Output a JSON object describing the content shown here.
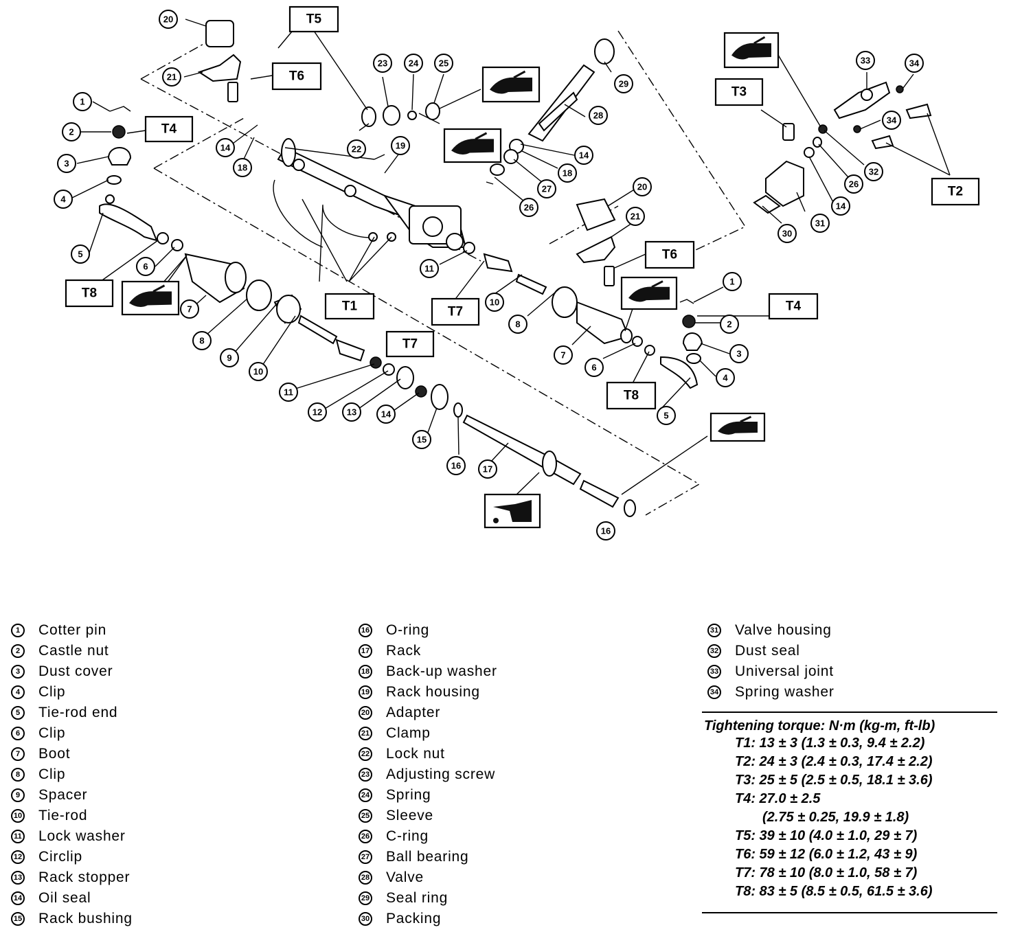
{
  "callouts": [
    "1",
    "2",
    "3",
    "4",
    "5",
    "6",
    "7",
    "8",
    "9",
    "10",
    "11",
    "12",
    "13",
    "14",
    "15",
    "16",
    "17",
    "18",
    "19",
    "20",
    "21",
    "22",
    "23",
    "24",
    "25",
    "26",
    "27",
    "28",
    "29",
    "30",
    "31",
    "32",
    "33",
    "34"
  ],
  "torque_labels": [
    "T1",
    "T2",
    "T3",
    "T4",
    "T5",
    "T6",
    "T7",
    "T8"
  ],
  "legend": {
    "col1": [
      {
        "num": "1",
        "label": "Cotter pin"
      },
      {
        "num": "2",
        "label": "Castle nut"
      },
      {
        "num": "3",
        "label": "Dust cover"
      },
      {
        "num": "4",
        "label": "Clip"
      },
      {
        "num": "5",
        "label": "Tie-rod end"
      },
      {
        "num": "6",
        "label": "Clip"
      },
      {
        "num": "7",
        "label": "Boot"
      },
      {
        "num": "8",
        "label": "Clip"
      },
      {
        "num": "9",
        "label": "Spacer"
      },
      {
        "num": "10",
        "label": "Tie-rod"
      },
      {
        "num": "11",
        "label": "Lock washer"
      },
      {
        "num": "12",
        "label": "Circlip"
      },
      {
        "num": "13",
        "label": "Rack stopper"
      },
      {
        "num": "14",
        "label": "Oil seal"
      },
      {
        "num": "15",
        "label": "Rack bushing"
      }
    ],
    "col2": [
      {
        "num": "16",
        "label": "O-ring"
      },
      {
        "num": "17",
        "label": "Rack"
      },
      {
        "num": "18",
        "label": "Back-up washer"
      },
      {
        "num": "19",
        "label": "Rack housing"
      },
      {
        "num": "20",
        "label": "Adapter"
      },
      {
        "num": "21",
        "label": "Clamp"
      },
      {
        "num": "22",
        "label": "Lock nut"
      },
      {
        "num": "23",
        "label": "Adjusting screw"
      },
      {
        "num": "24",
        "label": "Spring"
      },
      {
        "num": "25",
        "label": "Sleeve"
      },
      {
        "num": "26",
        "label": "C-ring"
      },
      {
        "num": "27",
        "label": "Ball bearing"
      },
      {
        "num": "28",
        "label": "Valve"
      },
      {
        "num": "29",
        "label": "Seal ring"
      },
      {
        "num": "30",
        "label": "Packing"
      }
    ],
    "col3": [
      {
        "num": "31",
        "label": "Valve housing"
      },
      {
        "num": "32",
        "label": "Dust seal"
      },
      {
        "num": "33",
        "label": "Universal joint"
      },
      {
        "num": "34",
        "label": "Spring washer"
      }
    ]
  },
  "torque": {
    "title": "Tightening torque: N·m (kg-m, ft-lb)",
    "lines": [
      "T1: 13 ± 3 (1.3 ± 0.3, 9.4 ± 2.2)",
      "T2: 24 ± 3 (2.4 ± 0.3, 17.4 ± 2.2)",
      "T3: 25 ± 5 (2.5 ± 0.5, 18.1 ± 3.6)",
      "T4: 27.0 ± 2.5",
      "(2.75 ± 0.25, 19.9 ± 1.8)",
      "T5: 39 ± 10 (4.0 ± 1.0, 29 ± 7)",
      "T6: 59 ± 12 (6.0 ± 1.2, 43 ± 9)",
      "T7: 78 ± 10 (8.0 ± 1.0, 58 ± 7)",
      "T8: 83 ± 5 (8.5 ± 0.5, 61.5 ± 3.6)"
    ]
  },
  "icons": [
    "grease-hand-icon",
    "oil-can-icon"
  ]
}
